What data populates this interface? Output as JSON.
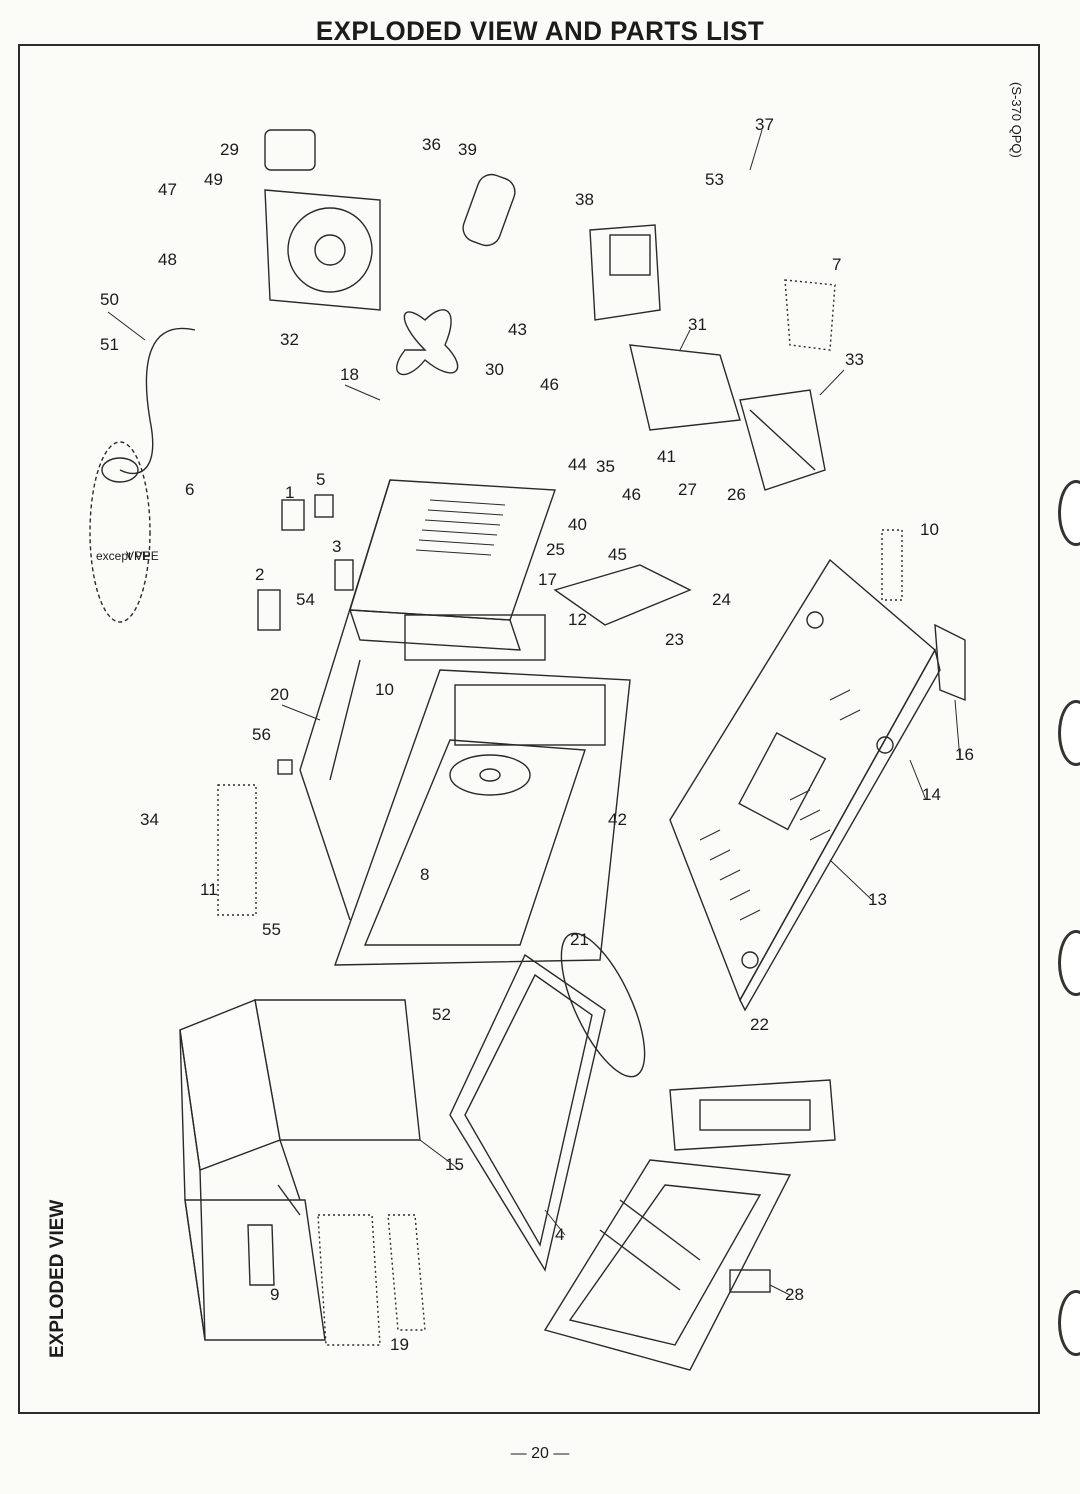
{
  "header": {
    "title": "EXPLODED VIEW AND PARTS LIST"
  },
  "section_label": "EXPLODED VIEW",
  "model_code": "(S-370 QPQ)",
  "page_number": "— 20 —",
  "callouts": {
    "c1": "1",
    "c2": "2",
    "c3": "3",
    "c4": "4",
    "c5": "5",
    "c6": "6",
    "c7": "7",
    "c8": "8",
    "c9": "9",
    "c10a": "10",
    "c10b": "10",
    "c11": "11",
    "c12": "12",
    "c13": "13",
    "c14": "14",
    "c15": "15",
    "c16": "16",
    "c17": "17",
    "c18": "18",
    "c19": "19",
    "c20": "20",
    "c21": "21",
    "c22": "22",
    "c23": "23",
    "c24": "24",
    "c25": "25",
    "c26": "26",
    "c27": "27",
    "c28": "28",
    "c29": "29",
    "c30": "30",
    "c31": "31",
    "c32": "32",
    "c33": "33",
    "c34": "34",
    "c35": "35",
    "c36": "36",
    "c37": "37",
    "c38": "38",
    "c39": "39",
    "c40": "40",
    "c41": "41",
    "c42": "42",
    "c43": "43",
    "c44": "44",
    "c45": "45",
    "c46a": "46",
    "c46b": "46",
    "c47": "47",
    "c48": "48",
    "c49": "49",
    "c50": "50",
    "c51": "51",
    "c52": "52",
    "c53": "53",
    "c54": "54",
    "c55": "55",
    "c56": "56"
  },
  "plug_notes": {
    "except_vpe": "except VPE",
    "vpe": "VPE"
  }
}
